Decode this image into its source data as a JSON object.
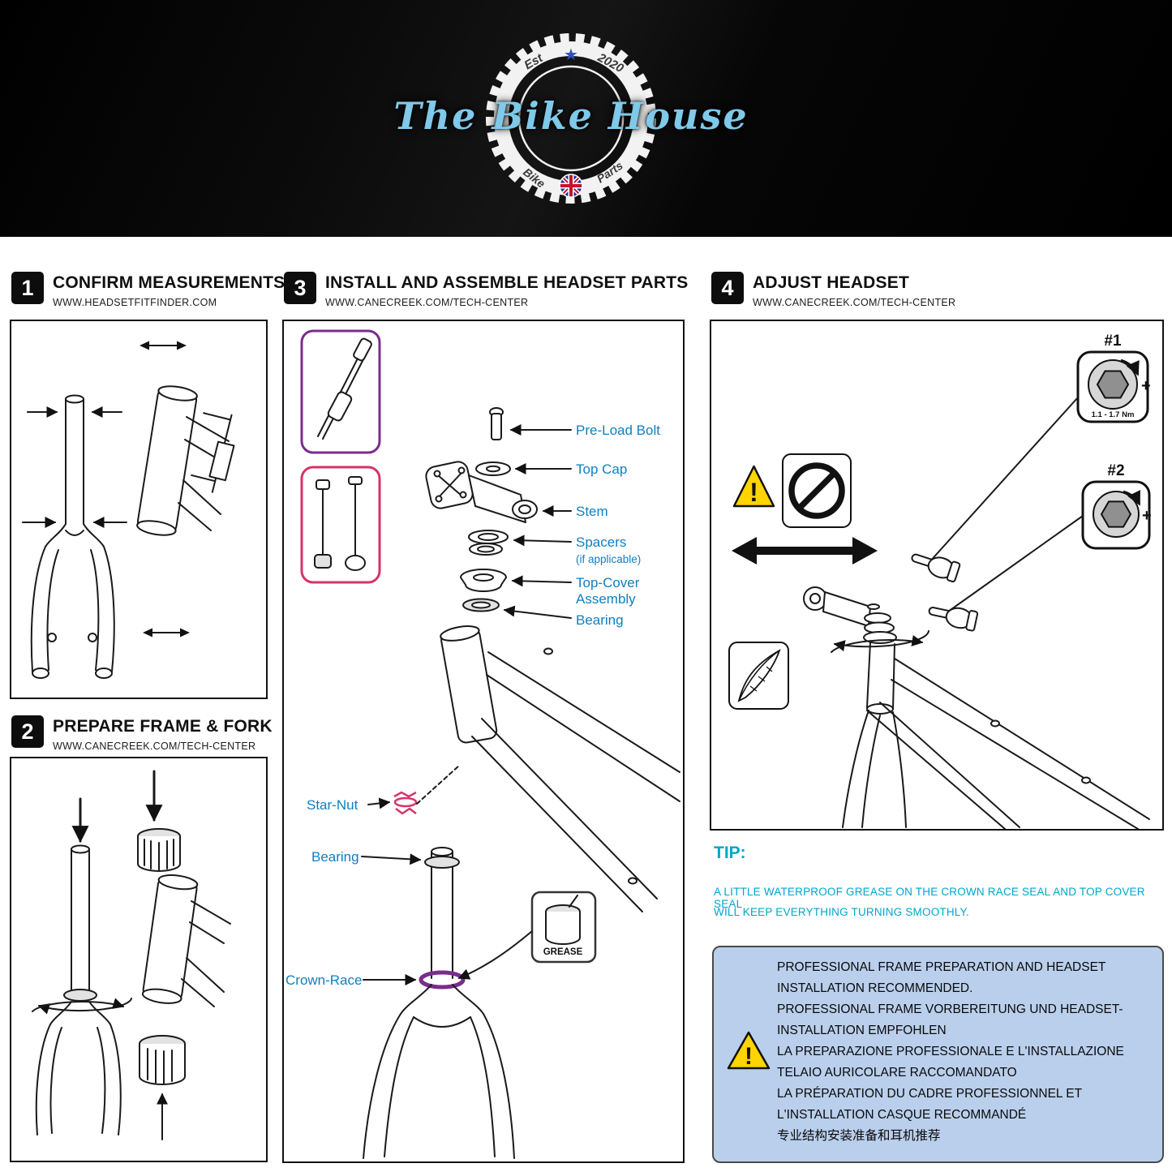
{
  "banner": {
    "brand": "The Bike House",
    "est": "Est",
    "year": "2020",
    "bike": "Bike",
    "parts": "Parts",
    "star": "★"
  },
  "steps": [
    {
      "number": "1",
      "title": "CONFIRM MEASUREMENTS",
      "url": "WWW.HEADSETFITFINDER.COM"
    },
    {
      "number": "2",
      "title": "PREPARE FRAME & FORK",
      "url": "WWW.CANECREEK.COM/TECH-CENTER"
    },
    {
      "number": "3",
      "title": "INSTALL AND ASSEMBLE HEADSET PARTS",
      "url": "WWW.CANECREEK.COM/TECH-CENTER"
    },
    {
      "number": "4",
      "title": "ADJUST HEADSET",
      "url": "WWW.CANECREEK.COM/TECH-CENTER"
    }
  ],
  "assembly": {
    "preload_bolt": "Pre-Load Bolt",
    "top_cap": "Top Cap",
    "stem": "Stem",
    "spacers": "Spacers",
    "spacers_note": "(if applicable)",
    "top_cover_line1": "Top-Cover",
    "top_cover_line2": "Assembly",
    "bearing_upper": "Bearing",
    "star_nut": "Star-Nut",
    "bearing_lower": "Bearing",
    "crown_race": "Crown-Race",
    "grease": "GREASE"
  },
  "adjust": {
    "hex1": "#1",
    "hex2": "#2",
    "torque": "1.1 - 1.7 Nm",
    "plus": "+",
    "warning_mark": "!"
  },
  "tip": {
    "heading": "TIP:",
    "line1": "A LITTLE WATERPROOF GREASE ON THE CROWN RACE SEAL AND TOP COVER SEAL",
    "line2": "WILL KEEP EVERYTHING TURNING SMOOTHLY."
  },
  "notice": {
    "warning_mark": "!",
    "lines": [
      "PROFESSIONAL FRAME PREPARATION AND HEADSET",
      "INSTALLATION RECOMMENDED.",
      "PROFESSIONAL FRAME VORBEREITUNG UND HEADSET-",
      "INSTALLATION EMPFOHLEN",
      "LA PREPARAZIONE PROFESSIONALE E L'INSTALLAZIONE",
      "TELAIO AURICOLARE RACCOMANDATO",
      "LA PRÉPARATION DU CADRE PROFESSIONNEL ET",
      "L'INSTALLATION CASQUE RECOMMANDÉ",
      "专业结构安装准备和耳机推荐"
    ]
  },
  "colors": {
    "label_blue": "#0e7fc1",
    "tip_teal": "#00a6cb",
    "star_nut_pink": "#d6336c",
    "crown_race_purple": "#7a2d8c",
    "toolbox_purple": "#7a2d8c",
    "toolbox_pink": "#d6336c",
    "warning_yellow": "#ffd400",
    "notice_bg": "#b9cfec",
    "brand_blue": "#7fc9ea"
  }
}
